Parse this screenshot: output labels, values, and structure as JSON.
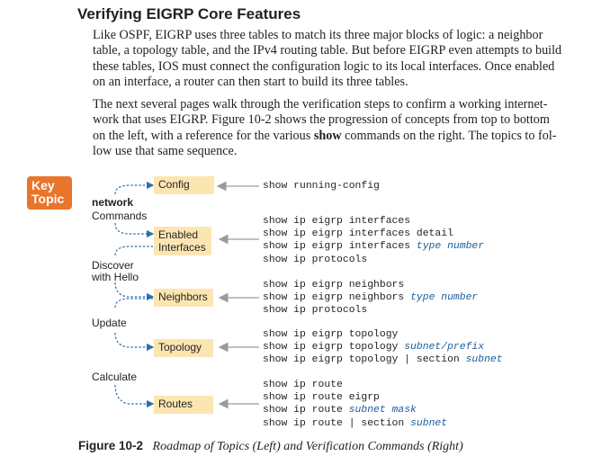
{
  "section": {
    "heading": "Verifying EIGRP Core Features"
  },
  "paragraph1": [
    "Like OSPF, EIGRP uses three tables to match its three major blocks of logic: a neighbor",
    "table, a topology table, and the IPv4 routing table. But before EIGRP even attempts to build",
    "these tables, IOS must connect the configuration logic to its local interfaces. Once enabled",
    "on an interface, a router can then start to build its three tables."
  ],
  "paragraph2": {
    "line1": "The next several pages walk through the verification steps to confirm a working internet-",
    "line2": "work that uses EIGRP. Figure 10-2 shows the progression of concepts from top to bottom",
    "line3_before": "on the left, with a reference for the various ",
    "line3_bold": "show",
    "line3_after": " commands on the right. The topics to fol-",
    "line4": "low use that same sequence."
  },
  "key_topic": {
    "line1": "Key",
    "line2": "Topic"
  },
  "figure": {
    "left_labels": {
      "network": "network",
      "commands": "Commands",
      "discover": "Discover",
      "with_hello": "with Hello",
      "update": "Update",
      "calculate": "Calculate"
    },
    "boxes": {
      "config": "Config",
      "enabled": "Enabled",
      "interfaces": "Interfaces",
      "neighbors": "Neighbors",
      "topology": "Topology",
      "routes": "Routes"
    },
    "commands": {
      "config": [
        "show running-config"
      ],
      "interfaces": [
        "show ip eigrp interfaces",
        "show ip eigrp interfaces detail",
        {
          "text": "show ip eigrp interfaces ",
          "arg": "type number"
        },
        "show ip protocols"
      ],
      "neighbors": [
        "show ip eigrp neighbors",
        {
          "text": "show ip eigrp neighbors ",
          "arg": "type number"
        },
        "show ip protocols"
      ],
      "topology": [
        "show ip eigrp topology",
        {
          "text": "show ip eigrp topology ",
          "arg": "subnet/prefix"
        },
        {
          "text": "show ip eigrp topology | section ",
          "arg": "subnet"
        }
      ],
      "routes": [
        "show ip route",
        "show ip route eigrp",
        {
          "text": "show ip route ",
          "arg": "subnet mask"
        },
        {
          "text": "show ip route | section ",
          "arg": "subnet"
        }
      ]
    },
    "caption_label": "Figure 10-2",
    "caption_text": "Roadmap of Topics (Left) and Verification Commands (Right)"
  },
  "colors": {
    "box_fill": "#fbe6b2",
    "dashed_arrow": "#2a6fb0",
    "key_topic": "#e8752b",
    "argument_text": "#1c5d9c",
    "gray_arrow": "#9a9a9a"
  }
}
